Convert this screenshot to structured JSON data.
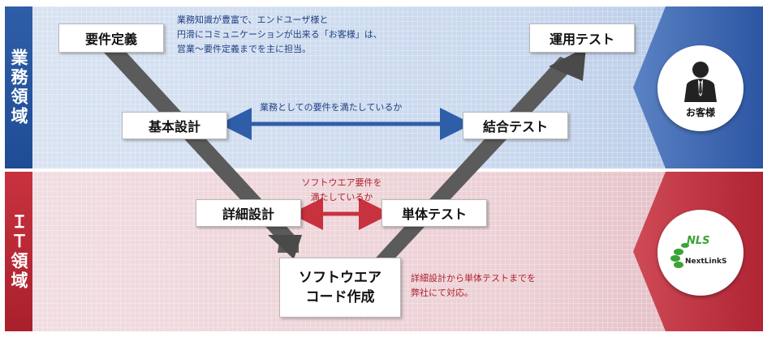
{
  "domain_labels": {
    "business": "業務領域",
    "it": "ＩＴ領域"
  },
  "boxes": {
    "requirements": "要件定義",
    "basic_design": "基本設計",
    "detailed_design": "詳細設計",
    "coding_line1": "ソフトウエア",
    "coding_line2": "コード作成",
    "unit_test": "単体テスト",
    "integration_test": "結合テスト",
    "operational_test": "運用テスト"
  },
  "notes": {
    "business_line1": "業務知識が豊富で、エンドユーザ様と",
    "business_line2": "円滑にコミュニケーションが出来る「お客様」は、",
    "business_line3": "営業～要件定義までを主に担当。",
    "business_verify": "業務としての要件を満たしているか",
    "software_verify_line1": "ソフトウエア要件を",
    "software_verify_line2": "満たしているか",
    "it_line1": "詳細設計から単体テストまでを",
    "it_line2": "弊社にて対応。"
  },
  "actors": {
    "customer": "お客様",
    "company": "NextLinkS",
    "company_logo": "NLS"
  },
  "icons": {
    "customer": "businessman-icon",
    "company": "nextlinks-logo"
  },
  "colors": {
    "business_band": "#c9d8ee",
    "it_band": "#ecd0d5",
    "business_accent": "#2f5ea8",
    "it_accent": "#c8323f",
    "arrow_gray": "#5a5a5a",
    "logo_green": "#3aa335"
  }
}
